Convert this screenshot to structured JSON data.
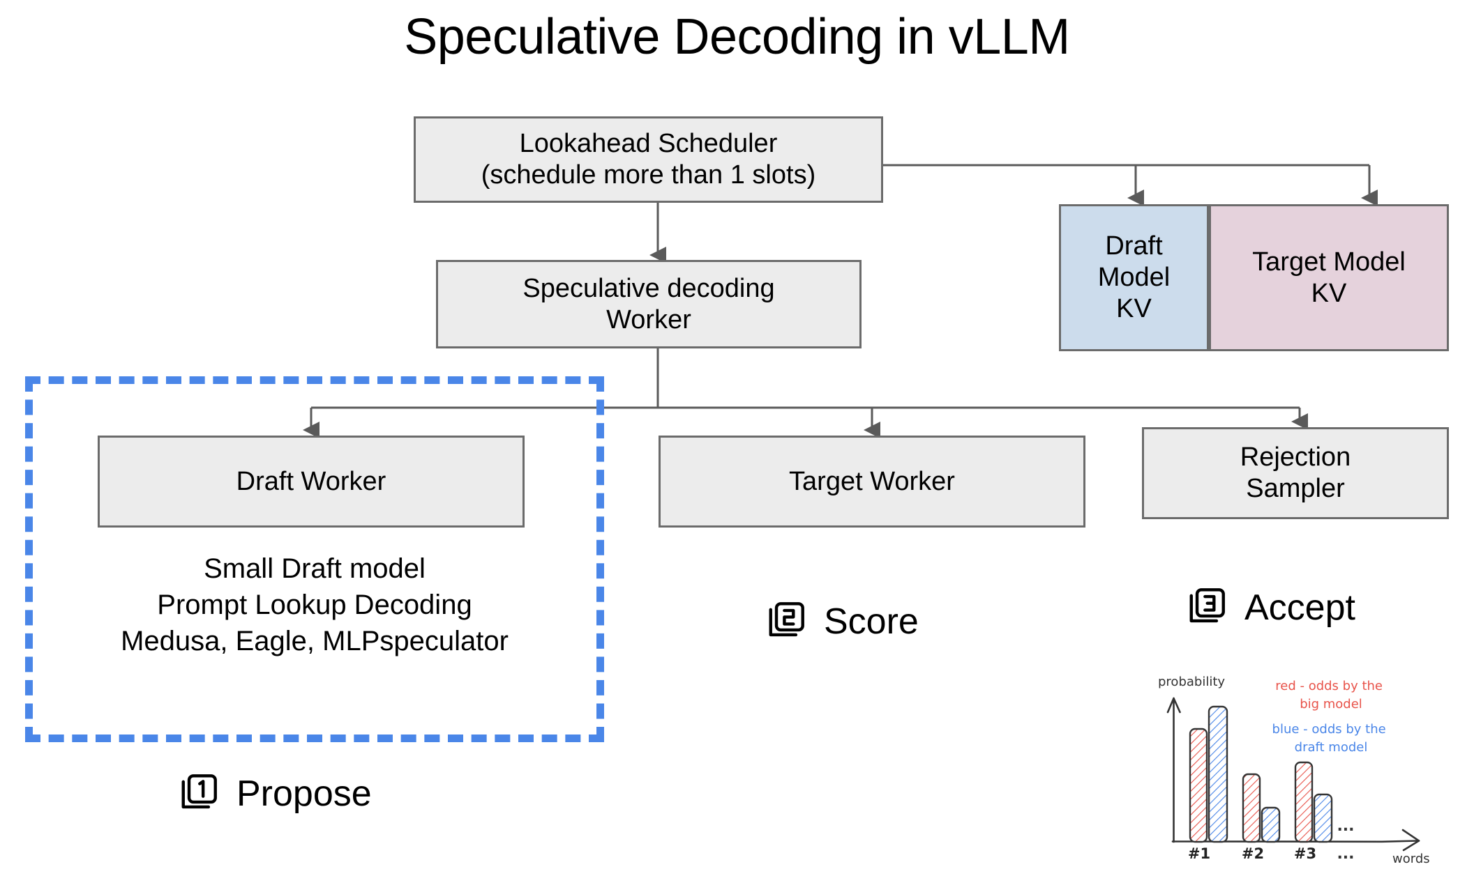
{
  "page": {
    "title": "Speculative Decoding in vLLM",
    "background": "#ffffff"
  },
  "colors": {
    "node_fill": "#ececec",
    "node_border": "#6b6b6b",
    "draft_kv_fill": "#ccdcec",
    "target_kv_fill": "#e5d2dc",
    "highlight_dashed": "#4a86e8",
    "sketch_red": "#e8534a",
    "sketch_blue": "#4a86e8",
    "sketch_ink": "#333333"
  },
  "nodes": {
    "scheduler": {
      "label": "Lookahead Scheduler\n(schedule more than 1 slots)"
    },
    "spec_worker": {
      "label": "Speculative decoding\nWorker"
    },
    "draft_kv": {
      "label": "Draft\nModel\nKV"
    },
    "target_kv": {
      "label": "Target Model\nKV"
    },
    "draft_worker": {
      "label": "Draft Worker"
    },
    "target_worker": {
      "label": "Target Worker"
    },
    "rejection_sampler": {
      "label": "Rejection\nSampler"
    }
  },
  "draft_details": {
    "text": "Small Draft model\nPrompt Lookup Decoding\nMedusa, Eagle, MLPspeculator"
  },
  "steps": [
    {
      "number": "1",
      "label": "Propose",
      "icon": "looks-one-icon"
    },
    {
      "number": "2",
      "label": "Score",
      "icon": "looks-two-icon"
    },
    {
      "number": "3",
      "label": "Accept",
      "icon": "looks-three-icon"
    }
  ],
  "chart_data": {
    "type": "bar",
    "title": "",
    "xlabel": "words",
    "ylabel": "probability",
    "categories": [
      "#1",
      "#2",
      "#3"
    ],
    "ellipsis_top": "...",
    "ellipsis_bottom": "...",
    "grid": false,
    "ylim": [
      0,
      1
    ],
    "series": [
      {
        "name": "red - odds by the big model",
        "color": "#e8534a",
        "values": [
          0.66,
          0.42,
          0.49
        ]
      },
      {
        "name": "blue - odds by the draft model",
        "color": "#4a86e8",
        "values": [
          0.8,
          0.2,
          0.28
        ]
      }
    ],
    "annotations": [
      {
        "text": "red - odds by the\nbig model",
        "color": "#e8534a"
      },
      {
        "text": "blue - odds by the\ndraft model",
        "color": "#4a86e8"
      }
    ],
    "legend_position": "inside-top-right"
  }
}
